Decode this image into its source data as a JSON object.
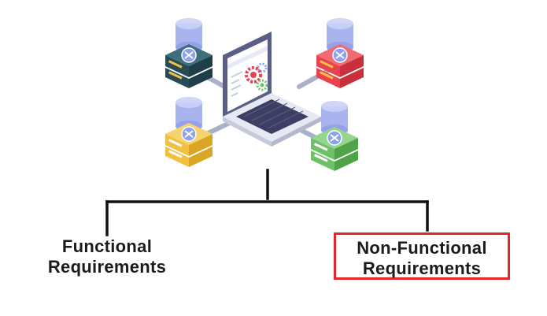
{
  "diagram": {
    "branches": [
      {
        "id": "functional",
        "lines": [
          "Functional",
          "Requirements"
        ],
        "highlighted": false
      },
      {
        "id": "non-functional",
        "lines": [
          "Non-Functional",
          "Requirements"
        ],
        "highlighted": true
      }
    ],
    "colors": {
      "highlight_border": "#e3262a",
      "tree_lines": "#111111",
      "server_teal": "#2f5a66",
      "server_red": "#e8424e",
      "server_yellow": "#f2c041",
      "server_green": "#6fc067",
      "database": "#a9b4ef",
      "laptop_body": "#3c3f63"
    },
    "icons": [
      "laptop-icon",
      "gear-icon",
      "server-database-icon"
    ]
  }
}
